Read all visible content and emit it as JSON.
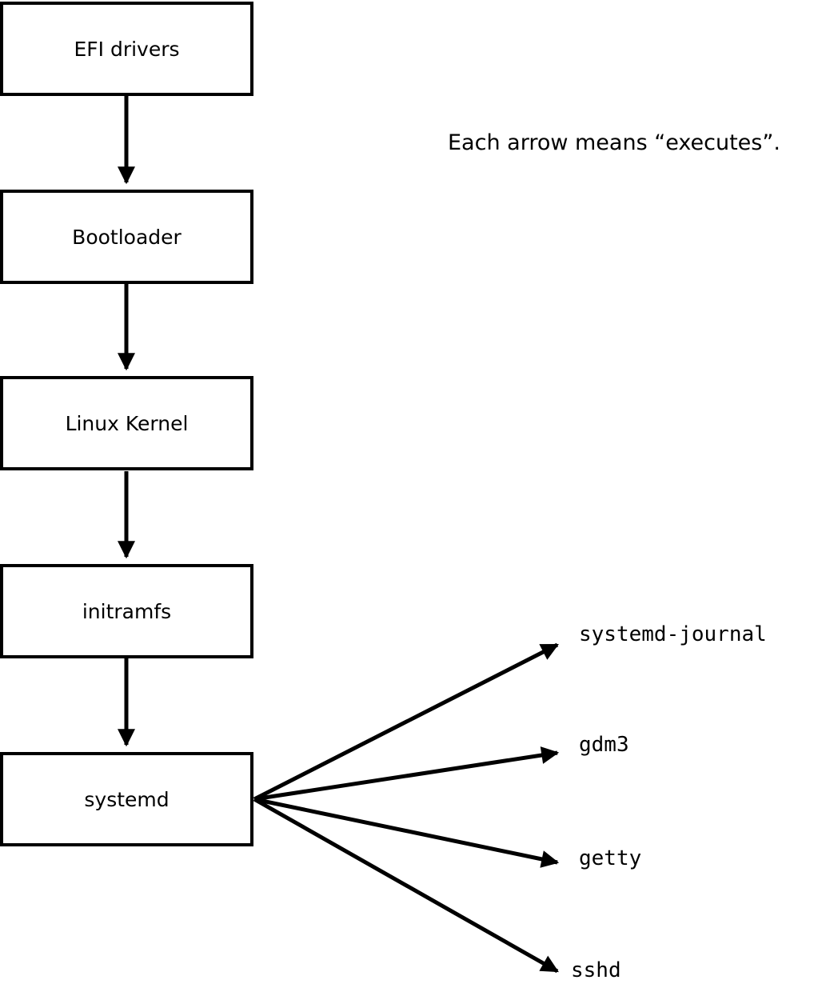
{
  "diagram": {
    "note": "Each arrow means “executes”.",
    "boxes": [
      {
        "label": "EFI drivers"
      },
      {
        "label": "Bootloader"
      },
      {
        "label": "Linux Kernel"
      },
      {
        "label": "initramfs"
      },
      {
        "label": "systemd"
      }
    ],
    "targets": [
      {
        "label": "systemd-journal"
      },
      {
        "label": "gdm3"
      },
      {
        "label": "getty"
      },
      {
        "label": "sshd"
      }
    ],
    "colors": {
      "stroke": "#000000",
      "box_fill": "#ffffff",
      "background": "#ffffff"
    }
  }
}
